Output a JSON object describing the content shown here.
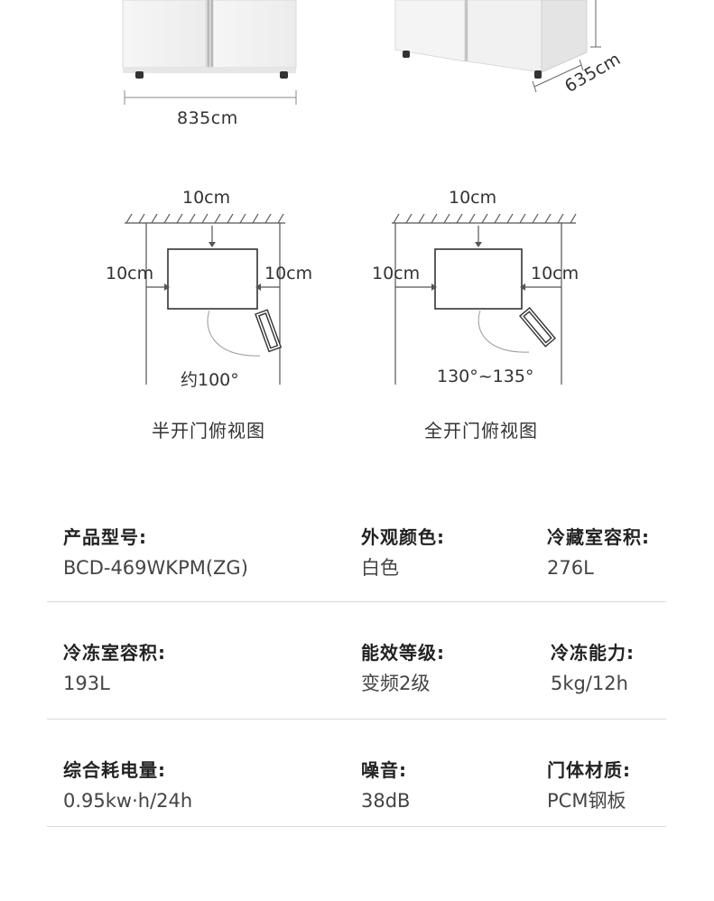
{
  "dimensions": {
    "width_label": "835cm",
    "depth_label": "635cm"
  },
  "diagrams": [
    {
      "top_label": "10cm",
      "left_label": "10cm",
      "right_label": "10cm",
      "angle_label": "约100°",
      "caption": "半开门俯视图"
    },
    {
      "top_label": "10cm",
      "left_label": "10cm",
      "right_label": "10cm",
      "angle_label": "130°~135°",
      "caption": "全开门俯视图"
    }
  ],
  "specs": [
    {
      "label": "产品型号:",
      "value": "BCD-469WKPM(ZG)"
    },
    {
      "label": "外观颜色:",
      "value": "白色"
    },
    {
      "label": "冷藏室容积:",
      "value": "276L"
    },
    {
      "label": "冷冻室容积:",
      "value": "193L"
    },
    {
      "label": "能效等级:",
      "value": "变频2级"
    },
    {
      "label": "冷冻能力:",
      "value": "5kg/12h"
    },
    {
      "label": "综合耗电量:",
      "value": "0.95kw·h/24h"
    },
    {
      "label": "噪音:",
      "value": "38dB"
    },
    {
      "label": "门体材质:",
      "value": "PCM钢板"
    }
  ]
}
